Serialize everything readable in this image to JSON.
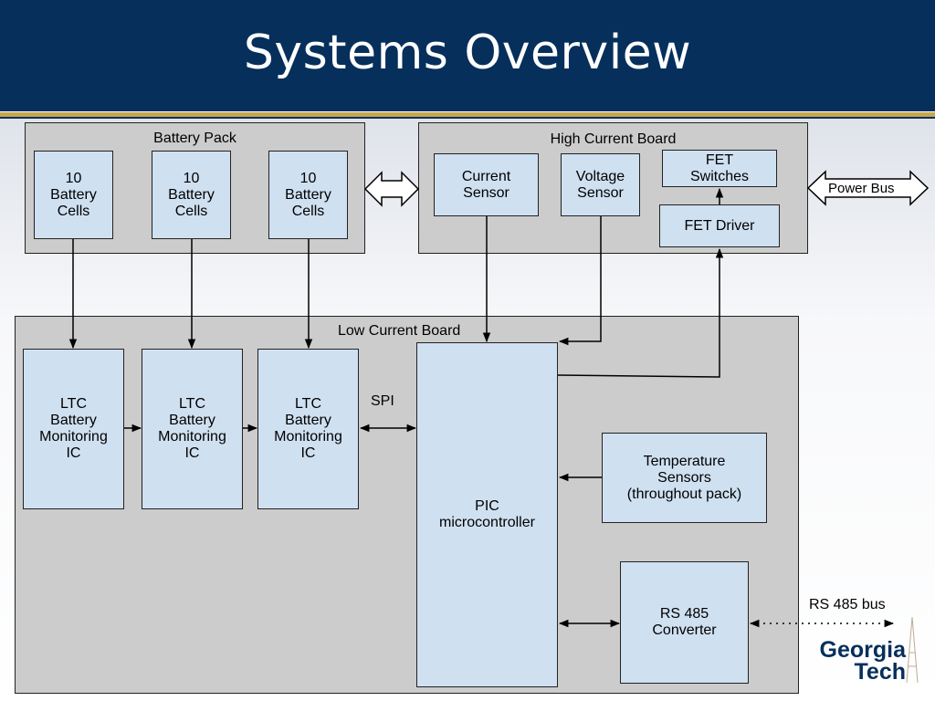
{
  "slide": {
    "title": "Systems Overview"
  },
  "battery_pack": {
    "label": "Battery Pack",
    "cells": [
      "10\nBattery\nCells",
      "10\nBattery\nCells",
      "10\nBattery\nCells"
    ]
  },
  "high_current_board": {
    "label": "High Current Board",
    "current_sensor": "Current\nSensor",
    "voltage_sensor": "Voltage\nSensor",
    "fet_switches": "FET\nSwitches",
    "fet_driver": "FET Driver"
  },
  "power_bus": "Power Bus",
  "low_current_board": {
    "label": "Low Current Board",
    "ltc_ics": [
      "LTC\nBattery\nMonitoring\nIC",
      "LTC\nBattery\nMonitoring\nIC",
      "LTC\nBattery\nMonitoring\nIC"
    ],
    "spi_label": "SPI",
    "pic": "PIC\nmicrocontroller",
    "temperature": "Temperature\nSensors\n(throughout pack)",
    "rs485_converter": "RS 485\nConverter"
  },
  "rs485_bus": "RS 485 bus",
  "logo": {
    "text": "Georgia\nTech",
    "color": "#062f5c"
  },
  "colors": {
    "header": "#062f5c",
    "accent_gold": "#c4a84f",
    "block_fill": "#cfe0f1",
    "group_fill": "#cccccc"
  }
}
